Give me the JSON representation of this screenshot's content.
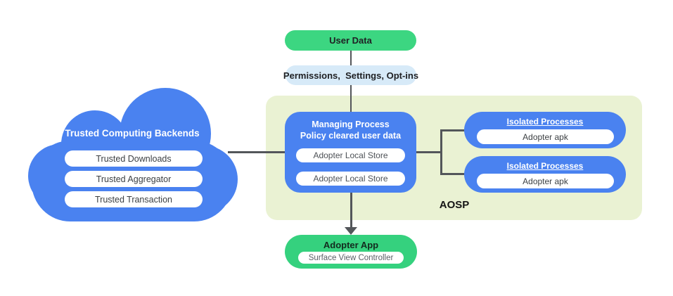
{
  "colors": {
    "blue": "#4A82F0",
    "green": "#3CD681",
    "green_dark": "#35D17E",
    "light_blue": "#D7EAF8",
    "pale": "#EAF2D3",
    "line": "#53565A",
    "text_dark": "#202124",
    "text_gray": "#5A6067",
    "text_mid": "#3C4043"
  },
  "nodes": {
    "user_data": {
      "label": "User Data"
    },
    "permissions": {
      "label": "Permissions,  Settings, Opt-ins"
    },
    "aosp": {
      "label": "AOSP"
    },
    "managing": {
      "title_line1": "Managing Process",
      "title_line2": "Policy cleared user data",
      "pills": [
        "Adopter Local Store",
        "Adopter Local Store"
      ]
    },
    "isolated_1": {
      "title": "Isolated Processes",
      "pill": "Adopter apk"
    },
    "isolated_2": {
      "title": "Isolated Processes",
      "pill": "Adopter apk"
    },
    "cloud": {
      "title": "Trusted Computing Backends",
      "pills": [
        "Trusted Downloads",
        "Trusted Aggregator",
        "Trusted Transaction"
      ]
    },
    "adopter_app": {
      "title": "Adopter App",
      "pill": "Surface View Controller"
    }
  }
}
